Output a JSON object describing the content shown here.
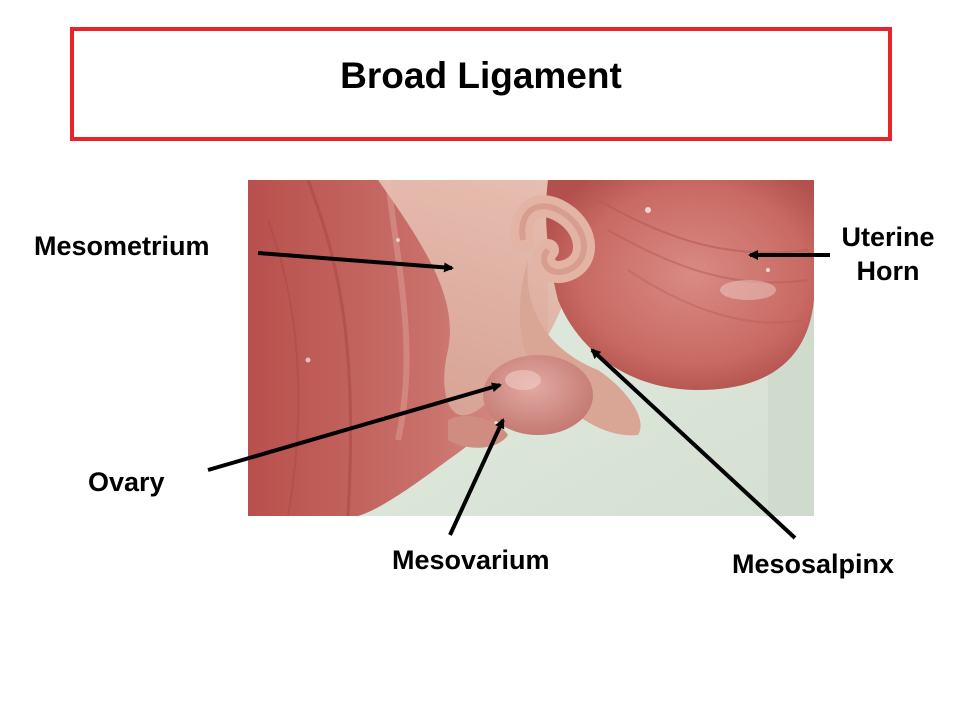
{
  "slide": {
    "title": "Broad Ligament",
    "title_border_color": "#e8232a"
  },
  "labels": {
    "mesometrium": "Mesometrium",
    "uterine_horn": "Uterine Horn",
    "ovary": "Ovary",
    "mesovarium": "Mesovarium",
    "mesosalpinx": "Mesosalpinx"
  },
  "colors": {
    "tissue": "#c96a64",
    "background_tray": "#dfe8dc",
    "arrow": "#000000"
  }
}
